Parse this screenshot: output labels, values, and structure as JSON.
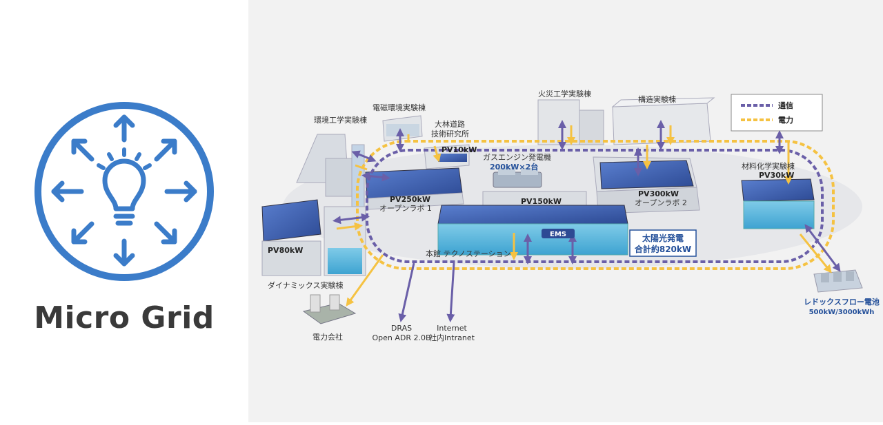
{
  "title": "Micro Grid",
  "colors": {
    "icon_blue": "#3b7cc9",
    "comm_line": "#6a5fa8",
    "power_line": "#f5c242",
    "panel_dark": "#3f5ea8",
    "building": "#d9dde2",
    "highlight_text": "#24509a"
  },
  "legend": {
    "comm": "通信",
    "power": "電力"
  },
  "labels": {
    "kankyo": "環境工学実験棟",
    "denji": "電磁環境実験棟",
    "obayashi_1": "大林道路",
    "obayashi_2": "技術研究所",
    "kasai": "火災工学実験棟",
    "kozo": "構造実験棟",
    "pv10": "PV10kW",
    "gas_engine": "ガスエンジン発電機",
    "gas_engine_cap": "200kW×2台",
    "pv250": "PV250kW",
    "openlab1": "オープンラボ 1",
    "pv150": "PV150kW",
    "pv300": "PV300kW",
    "openlab2": "オープンラボ 2",
    "zairyo": "材料化学実験棟",
    "pv30": "PV30kW",
    "pv80": "PV80kW",
    "ems": "EMS",
    "honkan": "本館 テクノステーション",
    "solar_total_1": "太陽光発電",
    "solar_total_2": "合計約820kW",
    "dynamics": "ダイナミックス実験棟",
    "denryoku": "電力会社",
    "dras_1": "DRAS",
    "dras_2": "Open ADR 2.0B",
    "internet_1": "Internet",
    "internet_2": "社内Intranet",
    "redox_1": "レドックスフロー電池",
    "redox_2": "500kW/3000kWh"
  }
}
